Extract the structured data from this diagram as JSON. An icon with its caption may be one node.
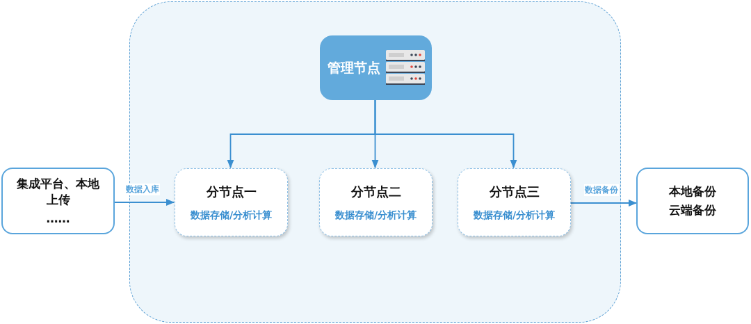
{
  "diagram": {
    "nodes": [
      {
        "text": [],
        "shape": "box"
      },
      {
        "text": [
          "管理节点"
        ],
        "in": 0
      },
      {
        "text": [
          "集成平台、本地上传",
          "……"
        ]
      },
      {
        "text": [
          "分节点一",
          "数据存储/分析计算"
        ],
        "in": 0
      },
      {
        "text": [
          "分节点二",
          "数据存储/分析计算"
        ],
        "in": 0
      },
      {
        "text": [
          "分节点三",
          "数据存储/分析计算"
        ],
        "in": 0
      },
      {
        "text": [
          "本地备份",
          "云端备份"
        ]
      }
    ],
    "edges": [
      {
        "from": 1,
        "to": 3,
        "arrow": "to"
      },
      {
        "from": 1,
        "to": 4,
        "arrow": "to"
      },
      {
        "from": 1,
        "to": 5,
        "arrow": "to"
      },
      {
        "from": 2,
        "to": 3,
        "arrow": "to",
        "label": "数据入库"
      },
      {
        "from": 5,
        "to": 6,
        "arrow": "to",
        "label": "数据备份"
      }
    ]
  }
}
